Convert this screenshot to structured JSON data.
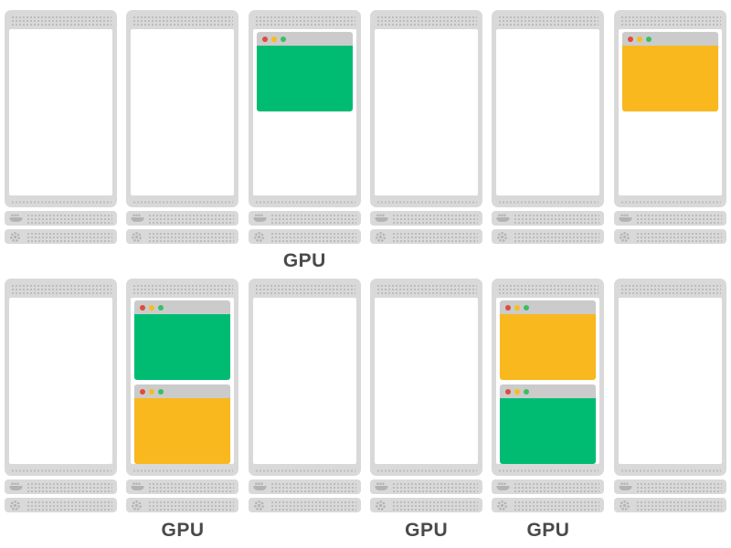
{
  "labels": {
    "gpu": "GPU"
  },
  "colors": {
    "page_bg": "#ffffff",
    "machine_body": "#d9d9d9",
    "vent_dot": "#bcbcbc",
    "screen": "#ffffff",
    "titlebar": "#cbcbcb",
    "dot_red": "#e24b3b",
    "dot_yellow": "#f5be1e",
    "dot_green": "#3dbe62",
    "window_green": "#00bc72",
    "window_amber": "#f8b81e",
    "icon": "#b3b3b3",
    "label_text": "#4a4a4a"
  },
  "icons": {
    "rack_unit_top": "whale-icon",
    "rack_unit_bottom": "gear-icon"
  },
  "window_titlebar_buttons": [
    "red",
    "yellow",
    "green"
  ],
  "rows": [
    {
      "machines": [
        {
          "windows": [],
          "label": ""
        },
        {
          "windows": [],
          "label": ""
        },
        {
          "windows": [
            "green"
          ],
          "label": "GPU"
        },
        {
          "windows": [],
          "label": ""
        },
        {
          "windows": [],
          "label": ""
        },
        {
          "windows": [
            "amber"
          ],
          "label": ""
        }
      ]
    },
    {
      "machines": [
        {
          "windows": [],
          "label": ""
        },
        {
          "windows": [
            "green",
            "amber"
          ],
          "label": "GPU"
        },
        {
          "windows": [],
          "label": ""
        },
        {
          "windows": [],
          "label": "GPU"
        },
        {
          "windows": [
            "amber",
            "green"
          ],
          "label": "GPU"
        },
        {
          "windows": [],
          "label": ""
        }
      ]
    }
  ]
}
